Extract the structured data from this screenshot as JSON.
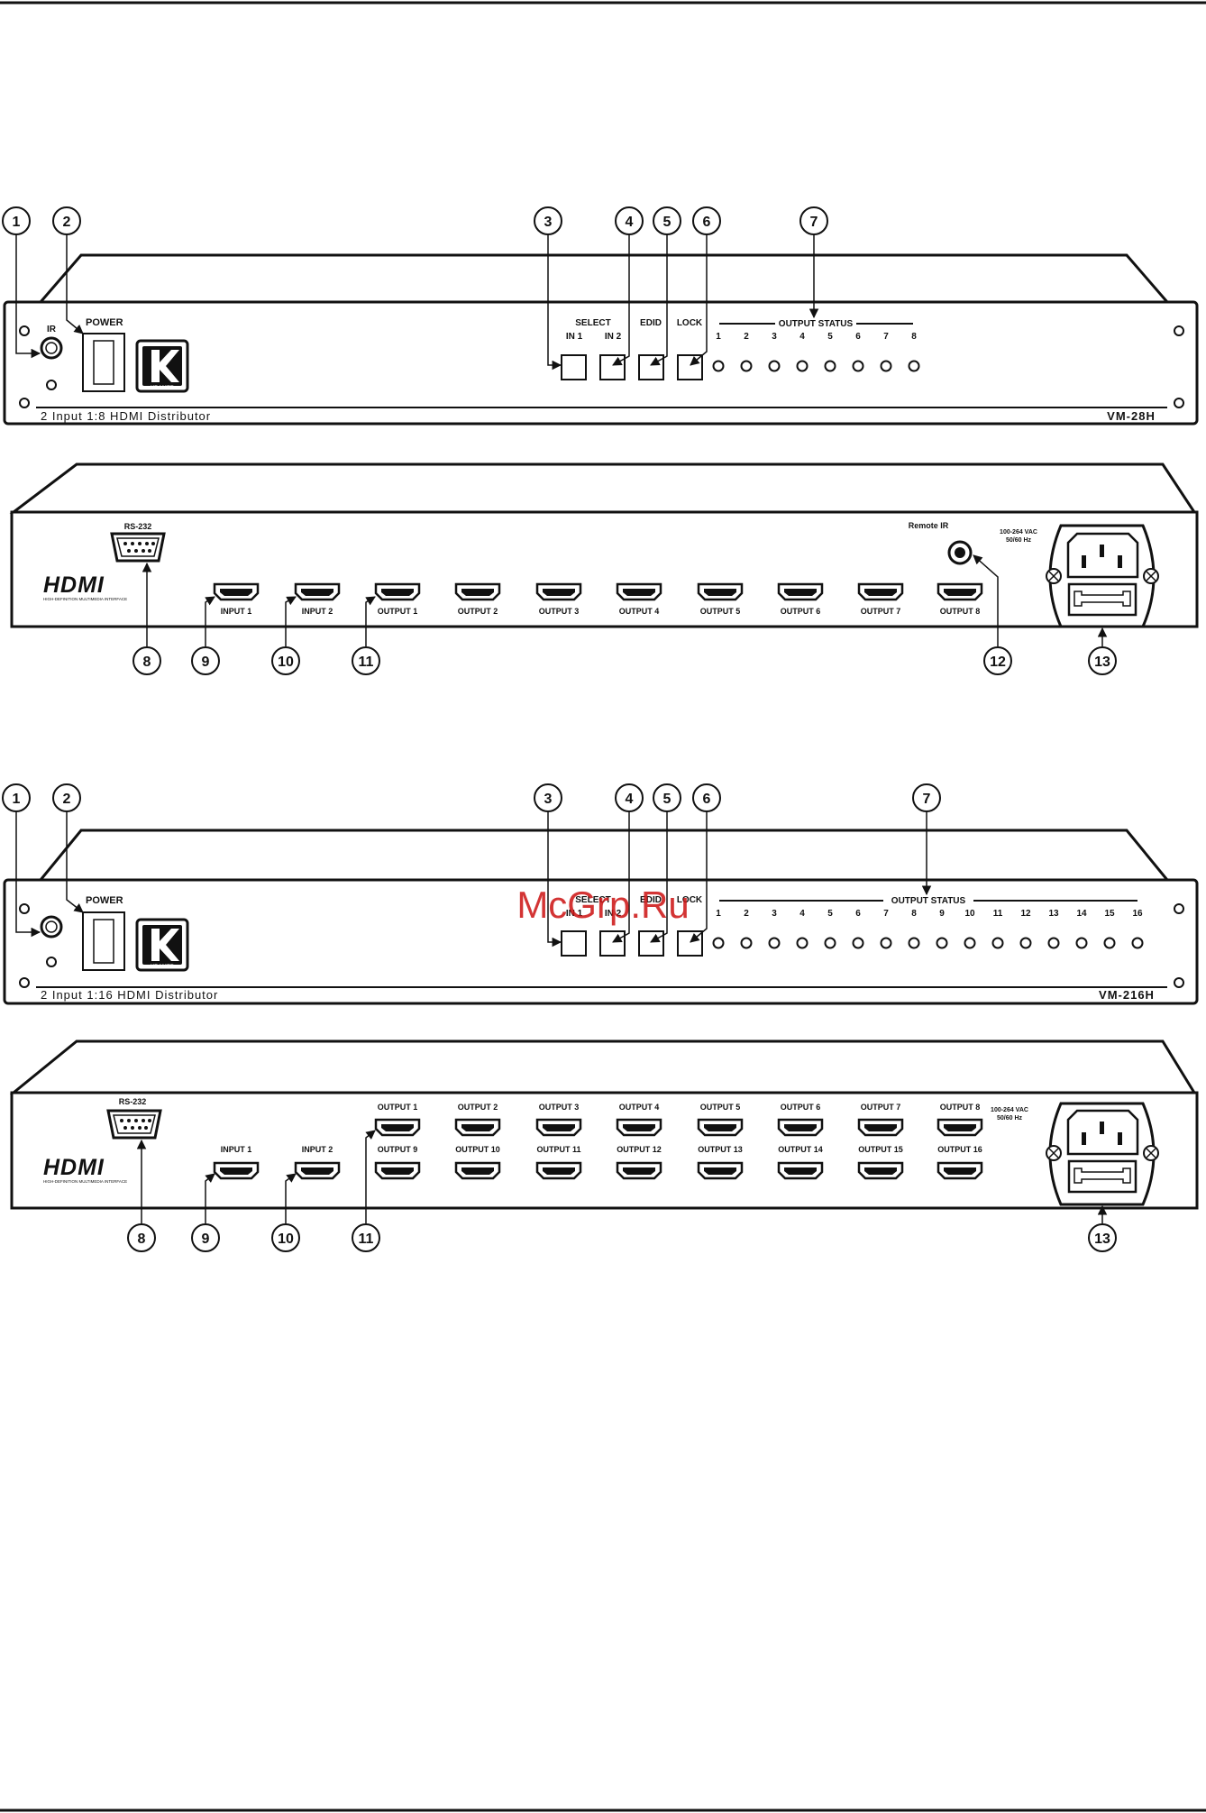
{
  "watermark": "McGrp.Ru",
  "callout_numbers": [
    "1",
    "2",
    "3",
    "4",
    "5",
    "6",
    "7",
    "8",
    "9",
    "10",
    "11",
    "12",
    "13"
  ],
  "vm28h": {
    "front": {
      "ir_label": "IR",
      "power_label": "POWER",
      "brand": "KRAMER",
      "select_label": "SELECT",
      "in1_label": "IN 1",
      "in2_label": "IN 2",
      "edid_label": "EDID",
      "lock_label": "LOCK",
      "output_status_label": "OUTPUT STATUS",
      "led_labels": [
        "1",
        "2",
        "3",
        "4",
        "5",
        "6",
        "7",
        "8"
      ],
      "description": "2 Input 1:8 HDMI Distributor",
      "model": "VM-28H"
    },
    "rear": {
      "rs232_label": "RS-232",
      "hdmi_logo": "HDMI",
      "hdmi_tagline": "HIGH-DEFINITION MULTIMEDIA INTERFACE",
      "inputs": [
        "INPUT 1",
        "INPUT 2"
      ],
      "outputs": [
        "OUTPUT 1",
        "OUTPUT 2",
        "OUTPUT 3",
        "OUTPUT 4",
        "OUTPUT 5",
        "OUTPUT 6",
        "OUTPUT 7",
        "OUTPUT 8"
      ],
      "remote_ir_label": "Remote IR",
      "power_spec_1": "100-264 VAC",
      "power_spec_2": "50/60 Hz"
    }
  },
  "vm216h": {
    "front": {
      "power_label": "POWER",
      "brand": "KRAMER",
      "select_label": "SELECT",
      "in1_label": "IN 1",
      "in2_label": "IN 2",
      "edid_label": "EDID",
      "lock_label": "LOCK",
      "output_status_label": "OUTPUT STATUS",
      "led_labels": [
        "1",
        "2",
        "3",
        "4",
        "5",
        "6",
        "7",
        "8",
        "9",
        "10",
        "11",
        "12",
        "13",
        "14",
        "15",
        "16"
      ],
      "description": "2 Input 1:16 HDMI Distributor",
      "model": "VM-216H"
    },
    "rear": {
      "rs232_label": "RS-232",
      "hdmi_logo": "HDMI",
      "hdmi_tagline": "HIGH-DEFINITION MULTIMEDIA INTERFACE",
      "inputs": [
        "INPUT 1",
        "INPUT 2"
      ],
      "outputs_top": [
        "OUTPUT 1",
        "OUTPUT 2",
        "OUTPUT 3",
        "OUTPUT 4",
        "OUTPUT 5",
        "OUTPUT 6",
        "OUTPUT 7",
        "OUTPUT 8"
      ],
      "outputs_bottom": [
        "OUTPUT 9",
        "OUTPUT 10",
        "OUTPUT 11",
        "OUTPUT 12",
        "OUTPUT 13",
        "OUTPUT 14",
        "OUTPUT 15",
        "OUTPUT 16"
      ],
      "power_spec_1": "100-264 VAC",
      "power_spec_2": "50/60 Hz"
    }
  }
}
